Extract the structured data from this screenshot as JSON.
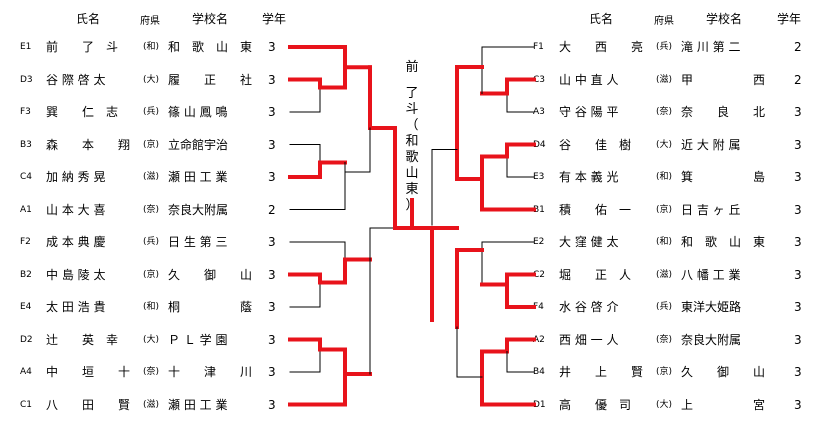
{
  "headers": {
    "left": {
      "name": "氏名",
      "pref": "府県",
      "school": "学校名",
      "grade": "学年"
    },
    "right": {
      "name": "氏名",
      "pref": "府県",
      "school": "学校名",
      "grade": "学年"
    }
  },
  "champion": {
    "name_lines": [
      "前",
      "了",
      "斗",
      "（",
      "和",
      "歌",
      "山",
      "東",
      "）"
    ]
  },
  "left_players": [
    {
      "seed": "E1",
      "name": "前　　了　斗",
      "pref": "(和)",
      "school": "和　歌　山　東",
      "grade": "3"
    },
    {
      "seed": "D3",
      "name": "谷 際  啓  太",
      "pref": "(大)",
      "school": "履　　正　　社",
      "grade": "3"
    },
    {
      "seed": "F3",
      "name": "巽　　仁　志",
      "pref": "(兵)",
      "school": "篠 山 鳳 鳴",
      "grade": "3"
    },
    {
      "seed": "B3",
      "name": "森　　本　　翔",
      "pref": "(京)",
      "school": "立命館宇治",
      "grade": "3"
    },
    {
      "seed": "C4",
      "name": "加 納  秀  晃",
      "pref": "(滋)",
      "school": "瀬 田 工 業",
      "grade": "3"
    },
    {
      "seed": "A1",
      "name": "山 本  大  喜",
      "pref": "(奈)",
      "school": "奈良大附属",
      "grade": "2"
    },
    {
      "seed": "F2",
      "name": "成 本  典  慶",
      "pref": "(兵)",
      "school": "日 生 第 三",
      "grade": "3"
    },
    {
      "seed": "B2",
      "name": "中 島  陵  太",
      "pref": "(京)",
      "school": "久　　御　　山",
      "grade": "3"
    },
    {
      "seed": "E4",
      "name": "太 田  浩  貴",
      "pref": "(和)",
      "school": "桐　　　　　蔭",
      "grade": "3"
    },
    {
      "seed": "D2",
      "name": "辻　　英　幸",
      "pref": "(大)",
      "school": "Ｐ Ｌ 学 園",
      "grade": "3"
    },
    {
      "seed": "A4",
      "name": "中　　垣　　十",
      "pref": "(奈)",
      "school": "十　　津　　川",
      "grade": "3"
    },
    {
      "seed": "C1",
      "name": "八　　田　　賢",
      "pref": "(滋)",
      "school": "瀬 田 工 業",
      "grade": "3"
    }
  ],
  "right_players": [
    {
      "seed": "F1",
      "name": "大　　西　　亮",
      "pref": "(兵)",
      "school": "滝 川 第 二",
      "grade": "2"
    },
    {
      "seed": "C3",
      "name": "山 中  直  人",
      "pref": "(滋)",
      "school": "甲　　　　　西",
      "grade": "2"
    },
    {
      "seed": "A3",
      "name": "守 谷  陽  平",
      "pref": "(奈)",
      "school": "奈　　良　　北",
      "grade": "3"
    },
    {
      "seed": "D4",
      "name": "谷　　佳　樹",
      "pref": "(大)",
      "school": "近 大 附 属",
      "grade": "3"
    },
    {
      "seed": "E3",
      "name": "有 本  義  光",
      "pref": "(和)",
      "school": "箕　　　　　島",
      "grade": "3"
    },
    {
      "seed": "B1",
      "name": "積　　佑　一",
      "pref": "(京)",
      "school": "日 吉 ヶ 丘",
      "grade": "3"
    },
    {
      "seed": "E2",
      "name": "大 窪  健  太",
      "pref": "(和)",
      "school": "和　歌　山　東",
      "grade": "3"
    },
    {
      "seed": "C2",
      "name": "堀　　正　人",
      "pref": "(滋)",
      "school": "八 幡 工 業",
      "grade": "3"
    },
    {
      "seed": "F4",
      "name": "水 谷  啓  介",
      "pref": "(兵)",
      "school": "東洋大姫路",
      "grade": "3"
    },
    {
      "seed": "A2",
      "name": "西 畑  一  人",
      "pref": "(奈)",
      "school": "奈良大附属",
      "grade": "3"
    },
    {
      "seed": "B4",
      "name": "井　　上　　賢",
      "pref": "(京)",
      "school": "久　　御　　山",
      "grade": "3"
    },
    {
      "seed": "D1",
      "name": "高　　優　司",
      "pref": "(大)",
      "school": "上　　　　　宮",
      "grade": "3"
    }
  ]
}
